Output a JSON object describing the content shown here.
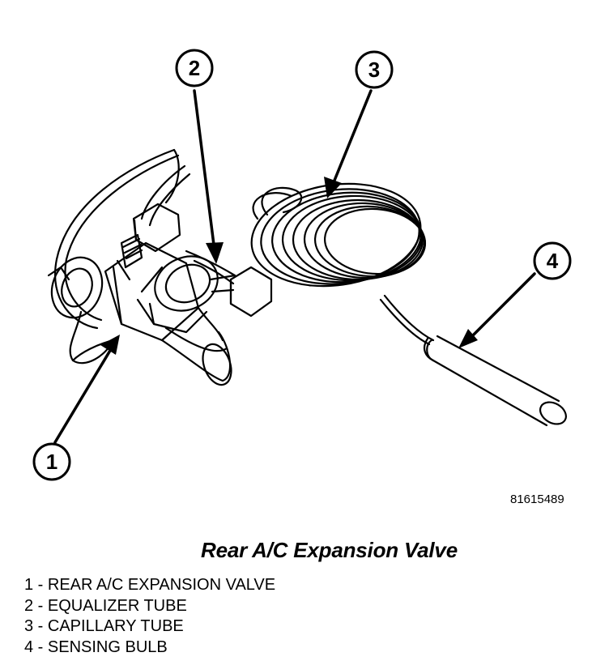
{
  "figure": {
    "callouts": [
      {
        "num": "1"
      },
      {
        "num": "2"
      },
      {
        "num": "3"
      },
      {
        "num": "4"
      }
    ],
    "figure_id": "81615489",
    "caption": "Rear A/C Expansion Valve"
  },
  "legend": [
    "1 - REAR A/C EXPANSION VALVE",
    "2 - EQUALIZER TUBE",
    "3 - CAPILLARY TUBE",
    "4 - SENSING BULB"
  ]
}
